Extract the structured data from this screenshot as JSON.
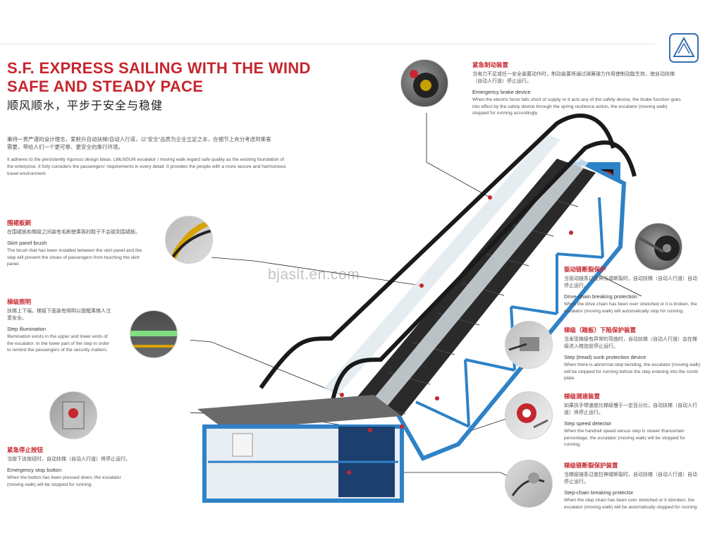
{
  "headline": {
    "line1": "S.F. EXPRESS SAILING WITH THE WIND",
    "line2": "SAFE AND STEADY PACE",
    "cn": "顺风顺水，平步于安全与稳健"
  },
  "intro": {
    "cn": "秉持一贯严谨的设计理念，爱默升自动扶梯/自动人行道，以“安全”品质为企业立足之本，在细节上充分考虑到乘客需要，带给人们一个更可靠、更安全的乘行环境。",
    "en": "It adheres to the persistently rigorous design ideas. LMLNSUN escalator / moving walk regard safe quality as the existing foundation of the enterprise. It fully considers the passengers' requirements in every detail. It provides the people with a more secure and harmonious travel environment."
  },
  "watermark": "bjaslt.en.com",
  "features": {
    "brake": {
      "title_cn": "紧急制动装置",
      "desc_cn": "当电力不足或任一安全装置动作时，制动装置将通过弹簧弹力作用使制动能生效，使自动扶梯（自动人行道）停止运行。",
      "title_en": "Emergency brake device",
      "desc_en": "When the electric force falls short of supply or it acts any of the safety device, the brake function goes into effect by the safety device through the spring resilience action, the escalator (moving walk) stopped for running accordingly."
    },
    "skirt": {
      "title_cn": "围裙板刷",
      "desc_cn": "在围裙板和梯级之间装有毛刷使乘客的鞋子不会碰到围裙板。",
      "title_en": "Skirt panel brush",
      "desc_en": "The brush that has been installed between the skirt panel and the step will prevent the shoes of passengers from touching the skirt panel."
    },
    "illumination": {
      "title_cn": "梯级照明",
      "desc_cn": "扶梯上下端，梯级下面装有照明以提醒乘梯人注意安全。",
      "title_en": "Step illumination",
      "desc_en": "Illumination exists in the upper and lower ends of the escalator. In the lower part of the step in order to remind the passengers of the security matters."
    },
    "stop": {
      "title_cn": "紧急停止按钮",
      "desc_cn": "当按下该按钮时，自动扶梯（自动人行道）将停止运行。",
      "title_en": "Emergency stop button",
      "desc_en": "When the button has been pressed down, the escalator (moving walk) will be stopped for running."
    },
    "drive_chain": {
      "title_cn": "驱动链断裂保护",
      "desc_cn": "当驱动链条过度伸长或断裂时，自动扶梯（自动人行道）自动停止运行。",
      "title_en": "Drive-chain breaking protection",
      "desc_en": "When the drive chain has been over stretched or it is broken, the escalator (moving walk) will automatically stop for running."
    },
    "sunk": {
      "title_cn": "梯级（踏板）下陷保护装置",
      "desc_cn": "当发现梯级有异常的弯曲时，自动扶梯（自动人行道）会在梯级进入梳齿前停止运行。",
      "title_en": "Step (tread) sunk protection device",
      "desc_en": "When there is abnormal step bending, the escalator (moving walk) will be stopped for running before the step entering into the comb plate."
    },
    "speed": {
      "title_cn": "梯级测速装置",
      "desc_cn": "如果扶手带速度比梯级慢于一定百分比，自动扶梯（自动人行道）将停止运行。",
      "title_en": "Step speed detector",
      "desc_en": "When the handrail speed versus step is slower thancertain percentage, the escalator (moving walk) will be stopped for running."
    },
    "step_chain": {
      "title_cn": "梯级链断裂保护装置",
      "desc_cn": "当梯级链条过度拉伸或断裂时，自动扶梯（自动人行道）自动停止运行。",
      "title_en": "Step-chain breaking protector",
      "desc_en": "When the step chain has been over stretched or it isbroken, the escalator (moving walk) will be automatically stopped for running."
    }
  },
  "colors": {
    "accent_red": "#c6262e",
    "truss_blue": "#2e82c6",
    "step_dark": "#2a2a2a",
    "handrail": "#1a1a1a"
  }
}
